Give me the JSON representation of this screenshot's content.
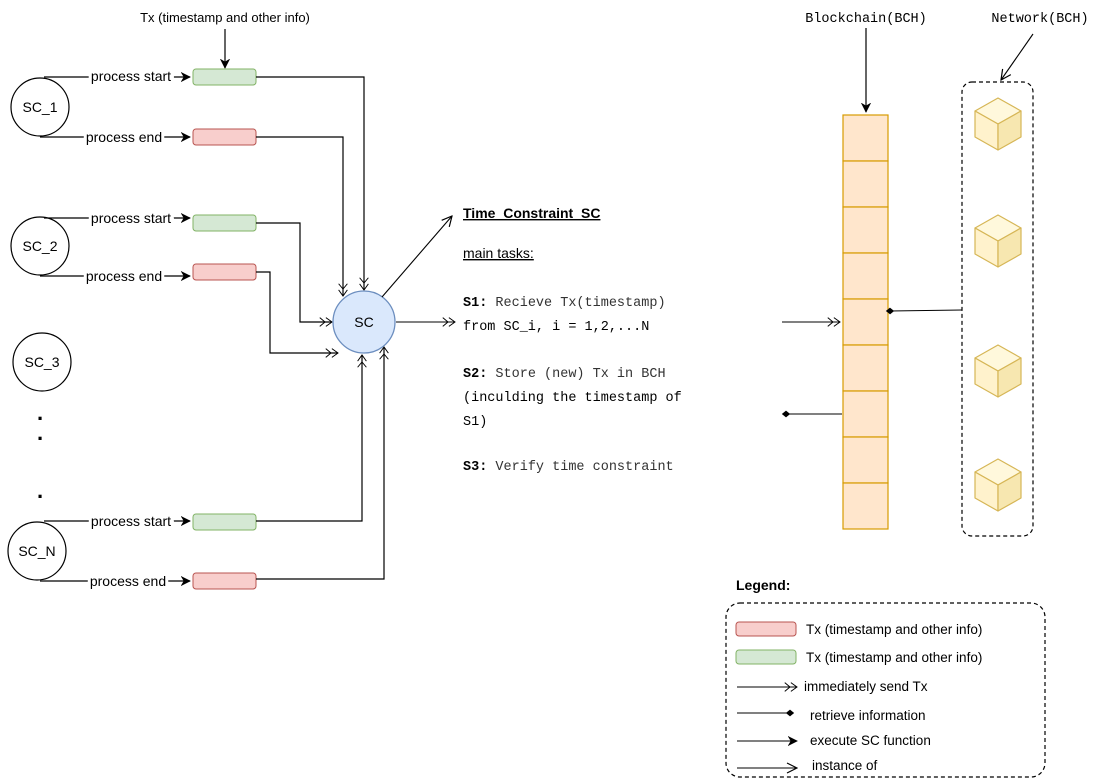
{
  "top_tx_label": "Tx (timestamp and other info)",
  "process_start": "process start",
  "process_end": "process end",
  "sc_nodes": [
    "SC_1",
    "SC_2",
    "SC_3",
    "SC_N"
  ],
  "ellipsis": ".",
  "central_node": "SC",
  "contract": {
    "title": "Time_Constraint_SC",
    "subtitle": "main tasks:",
    "steps": [
      {
        "id": "S1:",
        "lines": [
          " Recieve Tx(timestamp)",
          "from SC_i, i = 1,2,...N"
        ]
      },
      {
        "id": "S2:",
        "lines": [
          " Store (new) Tx in BCH",
          "(inculding the timestamp of",
          "S1)"
        ]
      },
      {
        "id": "S3:",
        "lines": [
          " Verify time constraint"
        ]
      }
    ]
  },
  "blockchain_label": "Blockchain(BCH)",
  "network_label": "Network(BCH)",
  "legend": {
    "title": "Legend:",
    "items": [
      "Tx (timestamp and other info)",
      "Tx (timestamp and other info)",
      "immediately send Tx",
      "retrieve information",
      "execute SC function",
      "instance of"
    ]
  },
  "colors": {
    "tx_red_fill": "#f8cecc",
    "tx_red_stroke": "#b85450",
    "tx_green_fill": "#d5e8d4",
    "tx_green_stroke": "#82b366",
    "sc_fill": "#dae8fc",
    "sc_stroke": "#6c8ebf",
    "block_fill": "#ffe6cc",
    "block_stroke": "#d79b00",
    "cube_fill": "#fff2cc",
    "cube_stroke": "#d6b656"
  }
}
